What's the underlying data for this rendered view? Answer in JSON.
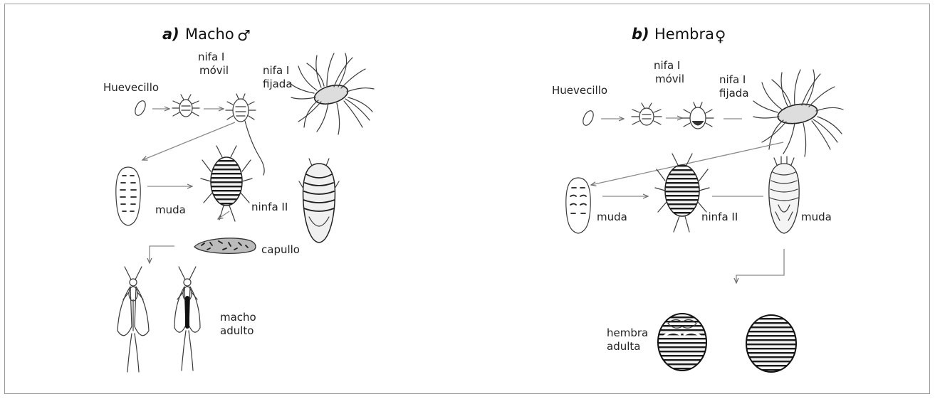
{
  "macho": {
    "letter": "a)",
    "title": "Macho",
    "symbol": "♂",
    "labels": {
      "huevecillo": "Huevecillo",
      "nifa_movil_1": "nifa I",
      "nifa_movil_2": "móvil",
      "nifa_fijada_1": "nifa I",
      "nifa_fijada_2": "fijada",
      "muda": "muda",
      "ninfa2": "ninfa II",
      "capullo": "capullo",
      "adulto_1": "macho",
      "adulto_2": "adulto"
    }
  },
  "hembra": {
    "letter": "b)",
    "title": "Hembra",
    "symbol": "♀",
    "labels": {
      "huevecillo": "Huevecillo",
      "nifa_movil_1": "nifa I",
      "nifa_movil_2": "móvil",
      "nifa_fijada_1": "nifa I",
      "nifa_fijada_2": "fijada",
      "muda1": "muda",
      "ninfa2": "ninfa II",
      "muda2": "muda",
      "adulta_1": "hembra",
      "adulta_2": "adulta"
    }
  }
}
